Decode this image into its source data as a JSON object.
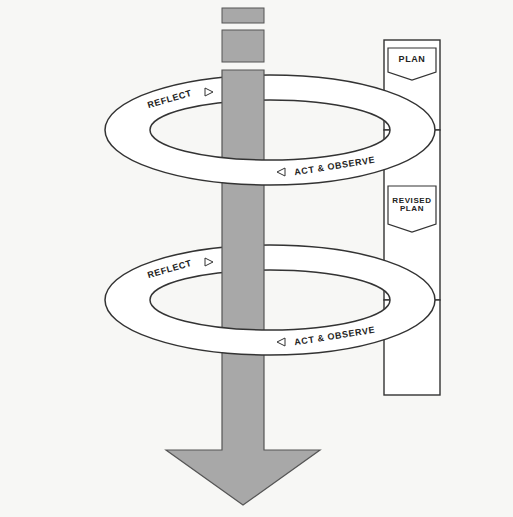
{
  "diagram": {
    "labels": [
      "PLAN",
      "REFLECT",
      "ACT & OBSERVE",
      "REVISED PLAN",
      "REFLECT",
      "ACT & OBSERVE"
    ]
  }
}
